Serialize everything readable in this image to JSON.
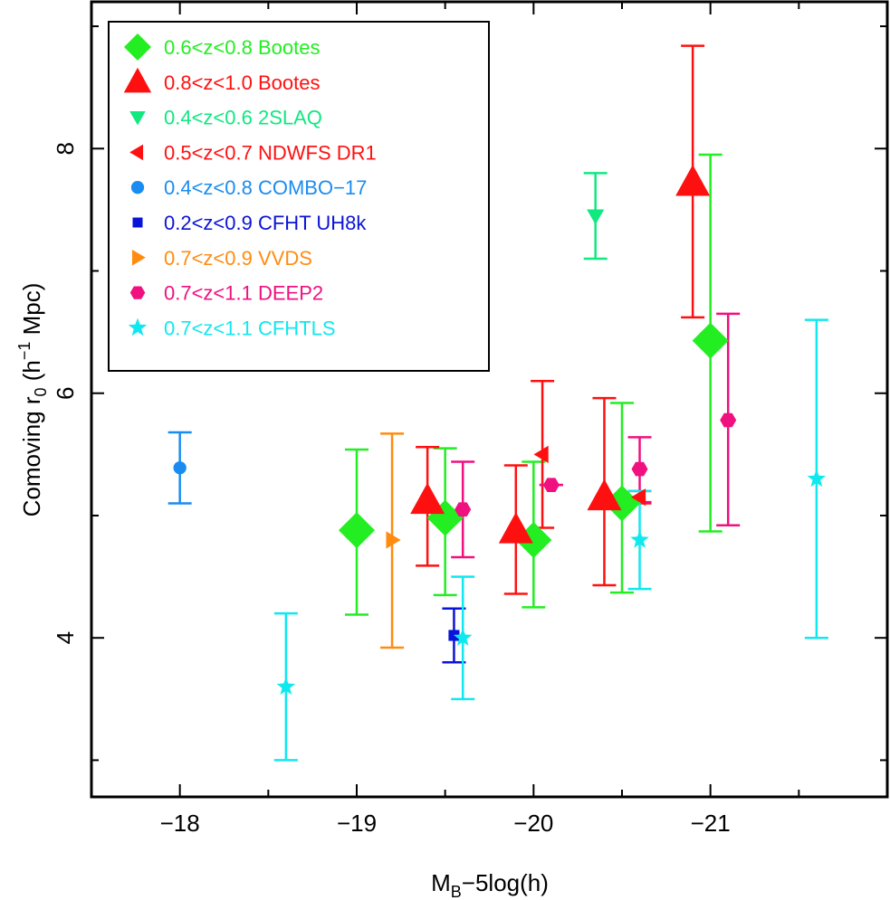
{
  "chart_data": {
    "type": "scatter",
    "xlabel": {
      "main": "M",
      "sub": "B",
      "rest": "−5log(h)"
    },
    "ylabel": {
      "pre": "Comoving r",
      "sub": "0",
      "mid": " (h",
      "sup": "−1",
      "post": " Mpc)"
    },
    "xlim": [
      -17.5,
      -22.0
    ],
    "ylim": [
      2.7,
      9.2
    ],
    "x_ticks": [
      -18,
      -19,
      -20,
      -21
    ],
    "x_tick_labels": [
      "−18",
      "−19",
      "−20",
      "−21"
    ],
    "y_ticks": [
      4,
      6,
      8
    ],
    "y_tick_labels": [
      "4",
      "6",
      "8"
    ],
    "legend_position": "top-left",
    "series": [
      {
        "name": "0.6<z<0.8  Bootes",
        "color": "#22ee22",
        "marker": "diamond",
        "points": [
          {
            "x": -19.0,
            "y": 4.88,
            "lo": 4.19,
            "hi": 5.54
          },
          {
            "x": -19.5,
            "y": 4.98,
            "lo": 4.35,
            "hi": 5.55
          },
          {
            "x": -20.0,
            "y": 4.8,
            "lo": 4.25,
            "hi": 5.44
          },
          {
            "x": -20.5,
            "y": 5.1,
            "lo": 4.37,
            "hi": 5.92
          },
          {
            "x": -21.0,
            "y": 6.43,
            "lo": 4.87,
            "hi": 7.95
          }
        ]
      },
      {
        "name": "0.8<z<1.0  Bootes",
        "color": "#ff1010",
        "marker": "triangle-up",
        "points": [
          {
            "x": -19.4,
            "y": 5.12,
            "lo": 4.59,
            "hi": 5.56
          },
          {
            "x": -19.9,
            "y": 4.88,
            "lo": 4.36,
            "hi": 5.41
          },
          {
            "x": -20.4,
            "y": 5.15,
            "lo": 4.43,
            "hi": 5.96
          },
          {
            "x": -20.9,
            "y": 7.72,
            "lo": 6.62,
            "hi": 8.84
          }
        ]
      },
      {
        "name": "0.4<z<0.6  2SLAQ",
        "color": "#10e880",
        "marker": "triangle-down",
        "points": [
          {
            "x": -20.35,
            "y": 7.45,
            "lo": 7.1,
            "hi": 7.8
          }
        ]
      },
      {
        "name": "0.5<z<0.7  NDWFS DR1",
        "color": "#ff1010",
        "marker": "triangle-left",
        "points": [
          {
            "x": -20.05,
            "y": 5.5,
            "lo": 4.9,
            "hi": 6.1
          },
          {
            "x": -20.6,
            "y": 5.15,
            "lo": 5.1,
            "hi": 5.2
          }
        ]
      },
      {
        "name": "0.4<z<0.8  COMBO−17",
        "color": "#1a8cf0",
        "marker": "circle",
        "points": [
          {
            "x": -18.0,
            "y": 5.39,
            "lo": 5.1,
            "hi": 5.68
          }
        ]
      },
      {
        "name": "0.2<z<0.9  CFHT  UH8k",
        "color": "#0a14d8",
        "marker": "square",
        "points": [
          {
            "x": -19.55,
            "y": 4.02,
            "lo": 3.8,
            "hi": 4.24
          }
        ]
      },
      {
        "name": "0.7<z<0.9  VVDS",
        "color": "#ff8c10",
        "marker": "triangle-right",
        "points": [
          {
            "x": -19.2,
            "y": 4.8,
            "lo": 3.92,
            "hi": 5.67
          }
        ]
      },
      {
        "name": "0.7<z<1.1  DEEP2",
        "color": "#f01080",
        "marker": "hexagon",
        "points": [
          {
            "x": -19.6,
            "y": 5.05,
            "lo": 4.66,
            "hi": 5.44
          },
          {
            "x": -20.1,
            "y": 5.25,
            "lo": 5.25,
            "hi": 5.25
          },
          {
            "x": -20.6,
            "y": 5.38,
            "lo": 5.11,
            "hi": 5.64
          },
          {
            "x": -21.1,
            "y": 5.78,
            "lo": 4.92,
            "hi": 6.65
          }
        ]
      },
      {
        "name": "0.7<z<1.1  CFHTLS",
        "color": "#10e8f0",
        "marker": "star",
        "points": [
          {
            "x": -18.6,
            "y": 3.6,
            "lo": 3.0,
            "hi": 4.2
          },
          {
            "x": -19.6,
            "y": 4.0,
            "lo": 3.5,
            "hi": 4.5
          },
          {
            "x": -20.6,
            "y": 4.8,
            "lo": 4.4,
            "hi": 5.2
          },
          {
            "x": -21.6,
            "y": 5.3,
            "lo": 4.0,
            "hi": 6.6
          }
        ]
      }
    ]
  }
}
